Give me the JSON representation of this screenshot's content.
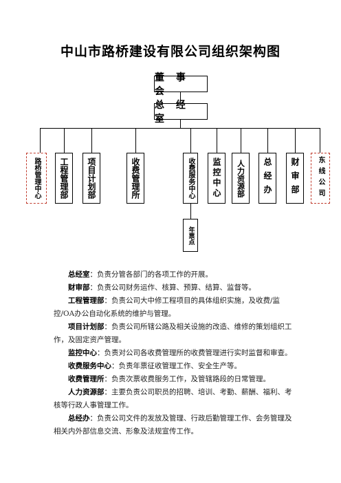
{
  "title": "中山市路桥建设有限公司组织架构图",
  "top": {
    "board": "董 事 会",
    "office": "总 经 室"
  },
  "departments": [
    {
      "label": "路桥管理中心"
    },
    {
      "label": "工程管理部"
    },
    {
      "label": "项目计划部"
    },
    {
      "label": "收费管理所"
    },
    {
      "label": "收费服务中心"
    },
    {
      "label": "监控中心"
    },
    {
      "label": "人力资源部"
    },
    {
      "label": "总经办"
    },
    {
      "label": "财审部"
    },
    {
      "label": "东线公司"
    }
  ],
  "sub_unit": {
    "label": "年票点"
  },
  "descriptions": [
    {
      "term": "总经室",
      "text": "：负责分管各部门的各项工作的开展。"
    },
    {
      "term": "财审部",
      "text": "：负责公司财务运作、核算、预算、结算、监督等。"
    },
    {
      "term": "工程管理部",
      "text": "：负责公司大中修工程项目的具体组织实施，及收费/监控/OA办公自动化系统的维护与管理。"
    },
    {
      "term": "项目计划部",
      "text": "：负责公司所辖公路及相关设施的改造、维修的策划组织工作，及固定资产管理。"
    },
    {
      "term": "监控中心",
      "text": "：负责对公司各收费管理所的收费管理进行实时监督和审查。"
    },
    {
      "term": "收费服务中心",
      "text": "：负责年票征收管理工作、安全生产等。"
    },
    {
      "term": "收费管理所",
      "text": "：负责次票收费服务工作，及管辖路段的日常管理。"
    },
    {
      "term": "人力资源部",
      "text": "：主要负责公司职员的招聘、培训、考勤、薪酬、福利、考核等行政人事管理工作。"
    },
    {
      "term": "总经办",
      "text": "：负责公司文件的发放及管理、行政后勤管理工作、会务管理及相关内外部信息交流、形象及法规宣传工作。"
    }
  ]
}
